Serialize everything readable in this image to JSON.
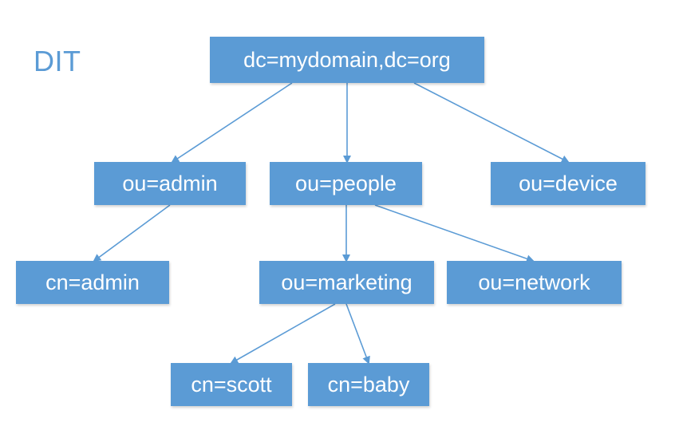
{
  "title": "DIT",
  "colors": {
    "node_fill": "#5b9bd5",
    "node_text": "#ffffff",
    "edge": "#5b9bd5",
    "title": "#5b9bd5"
  },
  "nodes": {
    "root": "dc=mydomain,dc=org",
    "ou_admin": "ou=admin",
    "ou_people": "ou=people",
    "ou_device": "ou=device",
    "cn_admin": "cn=admin",
    "ou_marketing": "ou=marketing",
    "ou_network": "ou=network",
    "cn_scott": "cn=scott",
    "cn_baby": "cn=baby"
  },
  "edges": [
    [
      "root",
      "ou_admin"
    ],
    [
      "root",
      "ou_people"
    ],
    [
      "root",
      "ou_device"
    ],
    [
      "ou_admin",
      "cn_admin"
    ],
    [
      "ou_people",
      "ou_marketing"
    ],
    [
      "ou_people",
      "ou_network"
    ],
    [
      "ou_marketing",
      "cn_scott"
    ],
    [
      "ou_marketing",
      "cn_baby"
    ]
  ]
}
